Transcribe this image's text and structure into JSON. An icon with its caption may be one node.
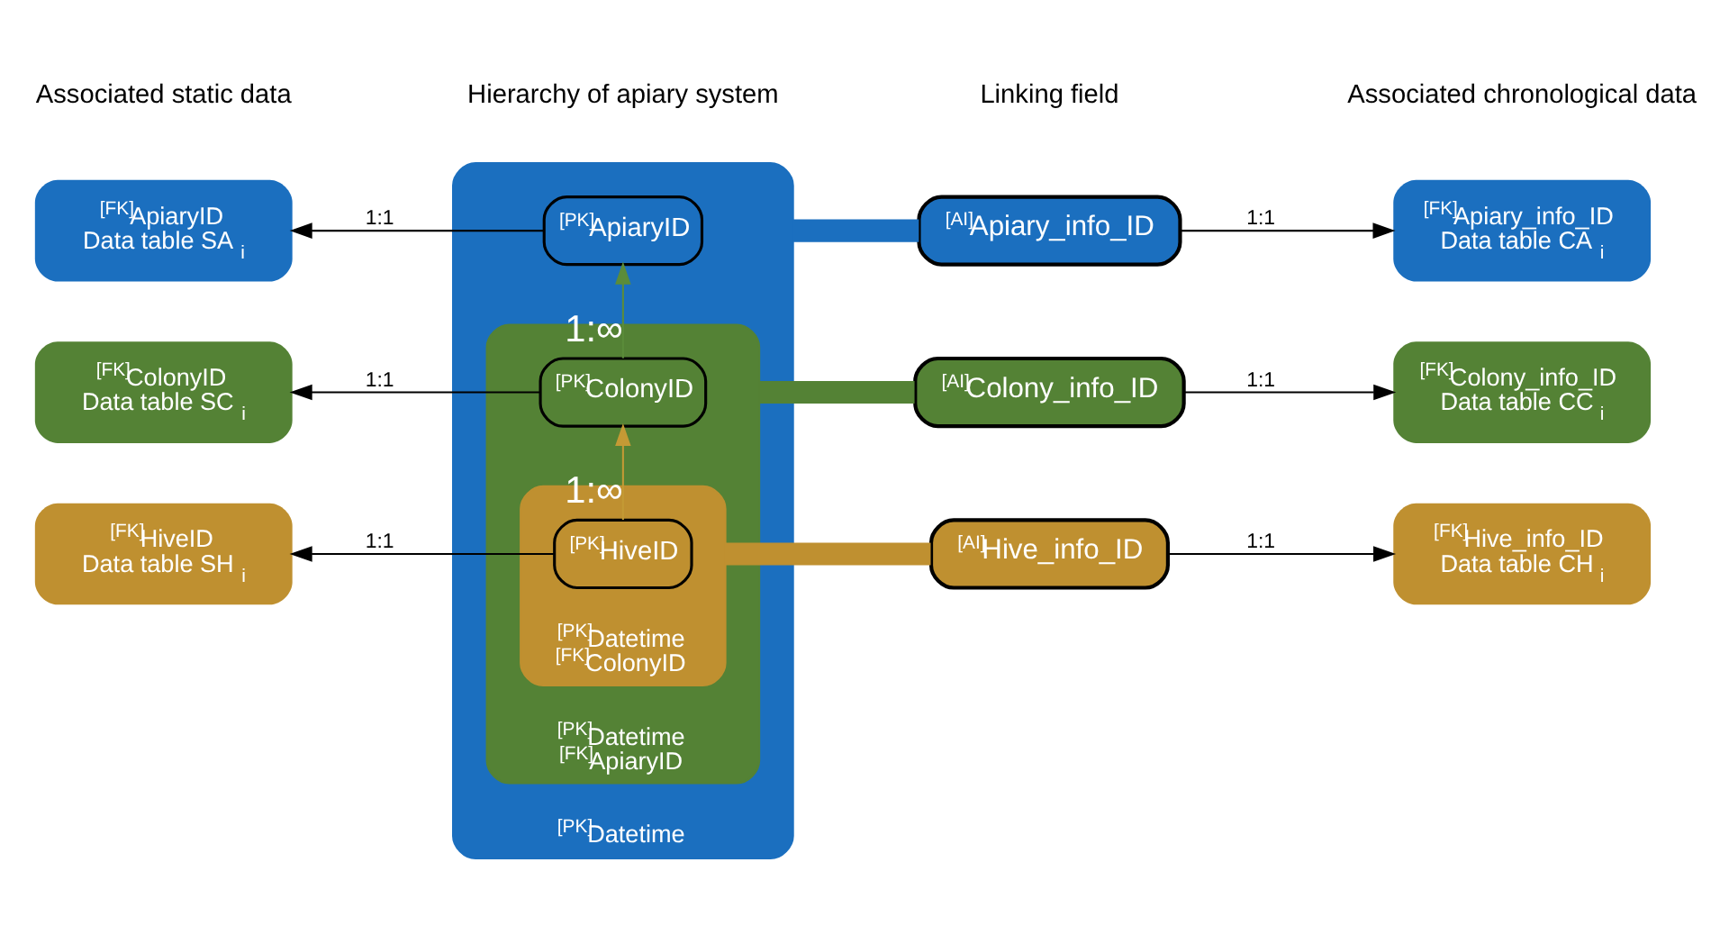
{
  "diagram": {
    "nodes": [
      {
        "text": [
          "$^{[PK]}$Datetime"
        ]
      },
      {
        "text": [
          "$^{[PK]}$ApiaryID"
        ],
        "in": 0
      },
      {
        "text": [
          "$^{[PK]}$Datetime",
          "$^{[FK]}$ApiaryID"
        ],
        "in": 0
      },
      {
        "text": [
          "$^{[PK]}$ColonyID"
        ],
        "in": 2
      },
      {
        "text": [
          "$^{[PK]}$Datetime",
          "$^{[FK]}$ColonyID"
        ],
        "in": 2
      },
      {
        "text": [
          "$^{[PK]}$HiveID"
        ],
        "in": 4
      },
      {
        "text": [
          "$^{[FK]}$ApiaryID",
          "Data table SA$_{i}$"
        ]
      },
      {
        "text": [
          "$^{[FK]}$ColonyID",
          "Data table SC$_{i}$"
        ]
      },
      {
        "text": [
          "$^{[FK]}$HiveID",
          "Data table SH$_{i}$"
        ]
      },
      {
        "text": [
          "$^{[AI]}$Apiary_info_ID"
        ]
      },
      {
        "text": [
          "$^{[AI]}$Colony_info_ID"
        ]
      },
      {
        "text": [
          "$^{[AI]}$Hive_info_ID"
        ]
      },
      {
        "text": [
          "$^{[FK]}$Apiary_info_ID",
          "Data table CA$_{i}$"
        ]
      },
      {
        "text": [
          "$^{[FK]}$Colony_info_ID",
          "Data table CC$_{i}$"
        ]
      },
      {
        "text": [
          "$^{[FK]}$Hive_info_ID",
          "Data table CH$_{i}$"
        ]
      }
    ],
    "edges": [
      {
        "from": 1,
        "to": 6,
        "arrow": "to",
        "label": "1:1"
      },
      {
        "from": 3,
        "to": 1,
        "arrow": "to",
        "label": "1:∞",
        "color": "#5b8c3a"
      },
      {
        "from": 3,
        "to": 7,
        "arrow": "to",
        "label": "1:1"
      },
      {
        "from": 5,
        "to": 3,
        "arrow": "to",
        "label": "1:∞",
        "color": "#c49a35"
      },
      {
        "from": 5,
        "to": 8,
        "arrow": "to",
        "label": "1:1"
      },
      {
        "from": 0,
        "to": 9,
        "arrow": "none",
        "style": "thick",
        "color": "#1b6fbf"
      },
      {
        "from": 2,
        "to": 10,
        "arrow": "none",
        "style": "thick",
        "color": "#548235"
      },
      {
        "from": 4,
        "to": 11,
        "arrow": "none",
        "style": "thick",
        "color": "#bf9030"
      },
      {
        "from": 9,
        "to": 12,
        "arrow": "to",
        "label": "1:1"
      },
      {
        "from": 10,
        "to": 13,
        "arrow": "to",
        "label": "1:1"
      },
      {
        "from": 11,
        "to": 14,
        "arrow": "to",
        "label": "1:1"
      }
    ],
    "labels": [
      "Associated static data",
      "Hierarchy of apiary system",
      "Linking field",
      "Associated chronological data"
    ]
  }
}
